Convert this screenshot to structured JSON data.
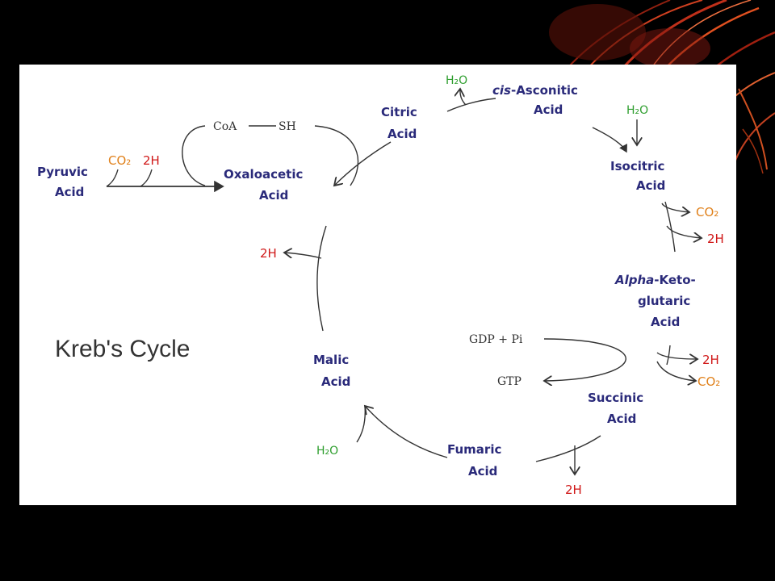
{
  "diagram": {
    "title": "Kreb's Cycle",
    "compounds": {
      "pyruvic": [
        "Pyruvic",
        "Acid"
      ],
      "oxaloacetic": [
        "Oxaloacetic",
        "Acid"
      ],
      "citric": [
        "Citric",
        "Acid"
      ],
      "cis_asconitic": {
        "prefix": "cis",
        "rest": "-Asconitic",
        "line2": "Acid"
      },
      "isocitric": [
        "Isocitric",
        "Acid"
      ],
      "alpha_keto": {
        "prefix": "Alpha",
        "rest": "-Keto-",
        "line2": "glutaric",
        "line3": "Acid"
      },
      "succinic": [
        "Succinic",
        "Acid"
      ],
      "fumaric": [
        "Fumaric",
        "Acid"
      ],
      "malic": [
        "Malic",
        "Acid"
      ]
    },
    "cofactors": {
      "coa_sh": [
        "CoA",
        "SH"
      ],
      "gdp_pi": "GDP + Pi",
      "gtp": "GTP"
    },
    "molecules": {
      "h2o": "H₂O",
      "co2": "CO₂",
      "two_h": "2H"
    },
    "colors": {
      "compound": "#2a2a7a",
      "water": "#2e9e2e",
      "hydrogen": "#d01818",
      "carbon_dioxide": "#e0801a",
      "background": "#000000",
      "panel": "#ffffff"
    }
  }
}
